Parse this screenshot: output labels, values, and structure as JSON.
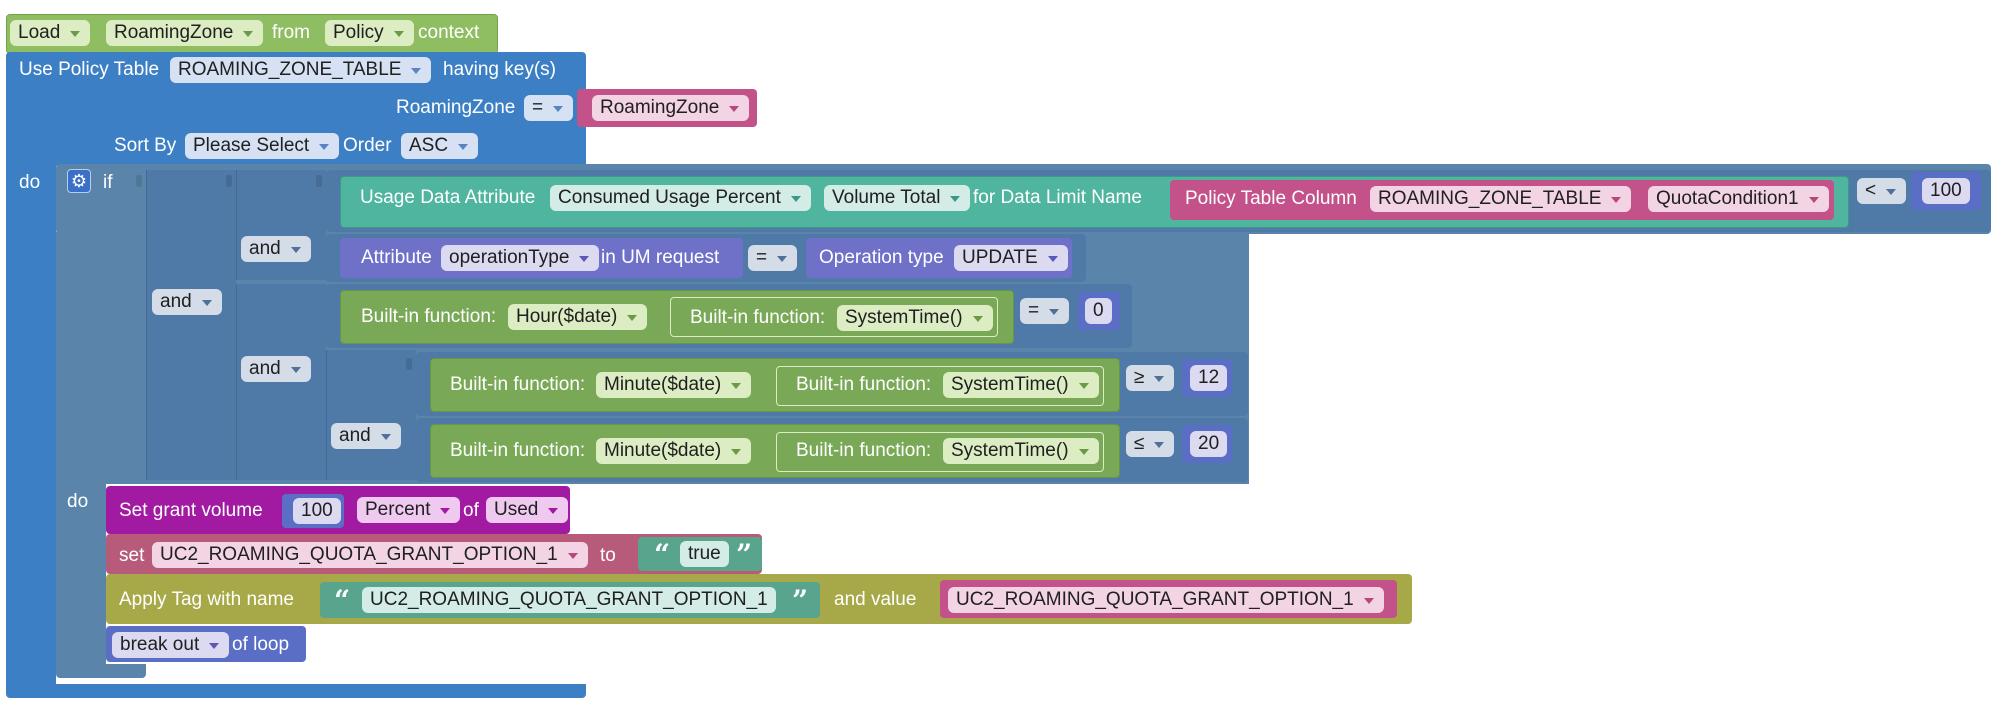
{
  "colors": {
    "load_block": "#8fbe62",
    "policy_table": "#3d7fc4",
    "if_block": "#5a84aa",
    "usage_attr": "#4fb59f",
    "policy_column": "#c3528a",
    "attribute": "#6f71c9",
    "builtin": "#79a957",
    "compare": "#4f79a7",
    "number": "#5b6ec5",
    "set_grant": "#a21aa2",
    "set_var": "#b85b7b",
    "text": "#58a48d",
    "apply_tag": "#a7a948"
  },
  "load": {
    "keyword": "Load",
    "entity": "RoamingZone",
    "from": "from",
    "source": "Policy",
    "context": "context"
  },
  "policy": {
    "label": "Use Policy Table",
    "table": "ROAMING_ZONE_TABLE",
    "having": "having key(s)",
    "key_label": "RoamingZone",
    "key_op": "=",
    "key_value": "RoamingZone",
    "sort_label": "Sort By",
    "sort_value": "Please Select",
    "order_label": "Order",
    "order_value": "ASC",
    "do_label": "do"
  },
  "if_block": {
    "if_label": "if",
    "do_label": "do",
    "and": "and"
  },
  "cond1": {
    "label": "Usage Data Attribute",
    "attr": "Consumed Usage Percent",
    "volume": "Volume Total",
    "for_label": "for Data Limit Name",
    "col_label": "Policy Table Column",
    "col_table": "ROAMING_ZONE_TABLE",
    "col_value": "QuotaCondition1",
    "op": "<",
    "value": "100"
  },
  "cond2": {
    "label": "Attribute",
    "attr": "operationType",
    "in_label": "in UM request",
    "op": "=",
    "optype_label": "Operation type",
    "optype": "UPDATE"
  },
  "cond3": {
    "label": "Built-in function:",
    "fn": "Hour($date)",
    "inner_label": "Built-in function:",
    "inner_fn": "SystemTime()",
    "op": "=",
    "value": "0"
  },
  "cond4": {
    "label": "Built-in function:",
    "fn": "Minute($date)",
    "inner_label": "Built-in function:",
    "inner_fn": "SystemTime()",
    "op": "≥",
    "value": "12"
  },
  "cond5": {
    "label": "Built-in function:",
    "fn": "Minute($date)",
    "inner_label": "Built-in function:",
    "inner_fn": "SystemTime()",
    "op": "≤",
    "value": "20"
  },
  "grant": {
    "label": "Set grant volume",
    "value": "100",
    "unit": "Percent",
    "of": "of",
    "base": "Used"
  },
  "setvar": {
    "label": "set",
    "var": "UC2_ROAMING_QUOTA_GRANT_OPTION_1",
    "to": "to",
    "value": "true"
  },
  "tag": {
    "label": "Apply Tag with name",
    "name": "UC2_ROAMING_QUOTA_GRANT_OPTION_1",
    "and_value": "and value",
    "value": "UC2_ROAMING_QUOTA_GRANT_OPTION_1"
  },
  "brk": {
    "action": "break out",
    "suffix": "of loop"
  },
  "icons": {
    "mutator": "gear-icon"
  }
}
